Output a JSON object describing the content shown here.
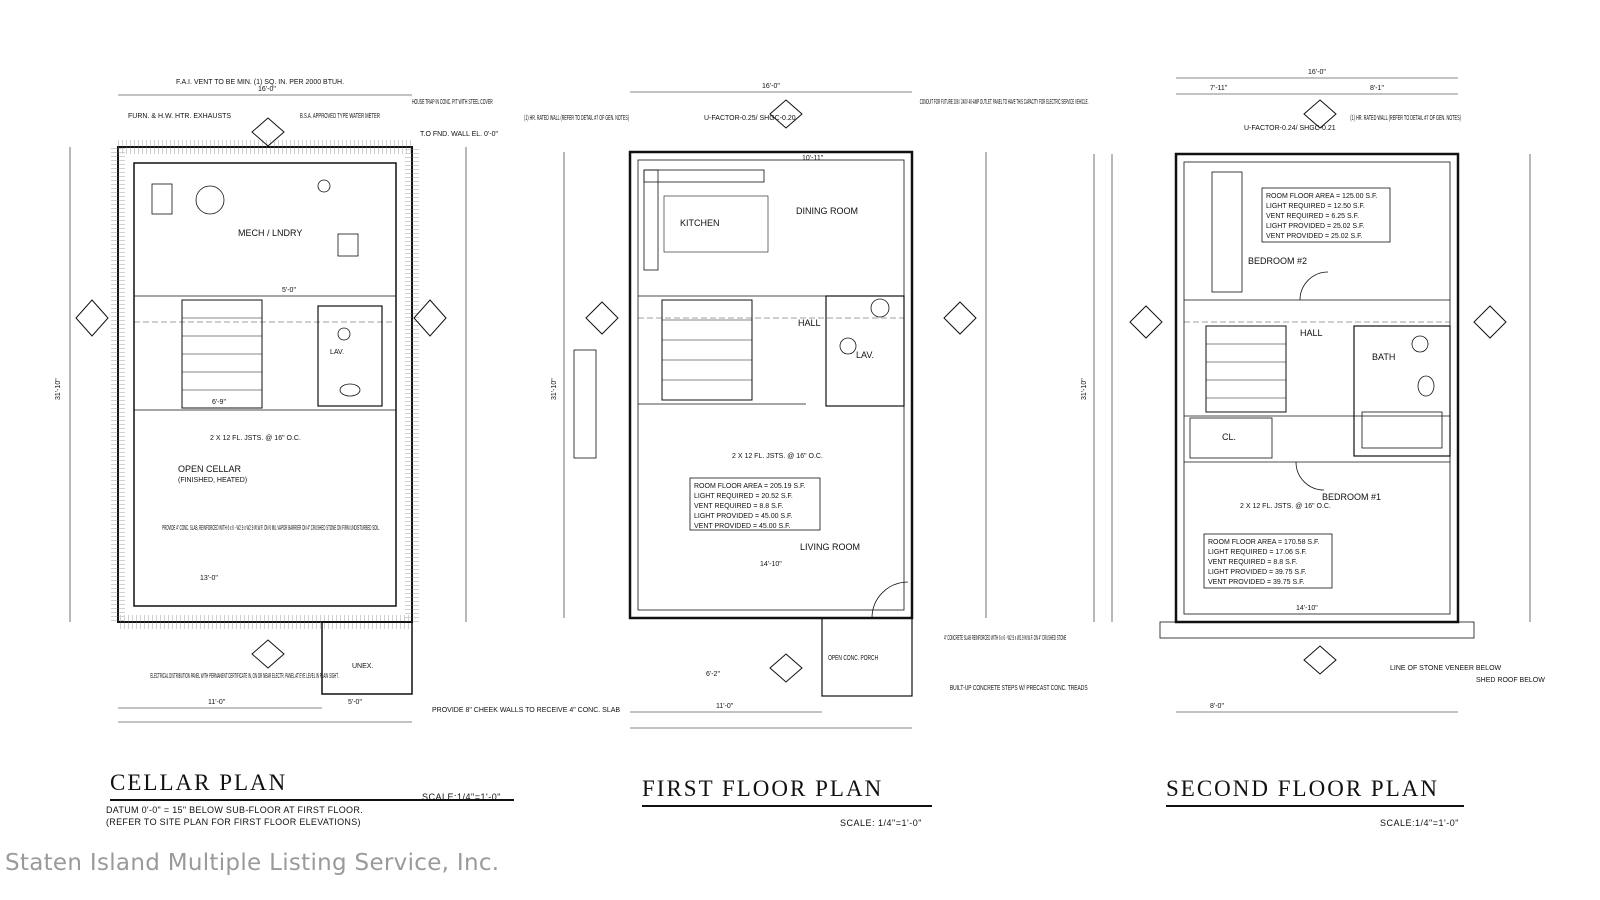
{
  "plans": [
    {
      "title": "CELLAR PLAN",
      "scale": "SCALE:1/4\"=1'-0\"",
      "datum_lines": [
        "DATUM 0'-0\" = 15\" BELOW SUB-FLOOR AT FIRST FLOOR.",
        "(REFER TO SITE PLAN FOR FIRST FLOOR ELEVATIONS)"
      ],
      "rooms": [
        "MECH / LNDRY",
        "OPEN CELLAR",
        "(FINISHED, HEATED)",
        "LAV.",
        "UNEX."
      ],
      "notes": [
        "F.A.I. VENT TO BE MIN. (1) SQ. IN. PER 2000 BTUH.",
        "B.S.A. APPROVED TYPE WATER METER",
        "HOUSE TRAP IN CONC. PIT WITH STEEL COVER",
        "FURN. & H.W. HTR. EXHAUSTS",
        "T.O FND. WALL EL. 0'-0\"",
        "2 X 12 FL. JSTS. @ 16\" O.C.",
        "PROVIDE 4\" CONC. SLAB, REINFORCED WITH 6 x 6 - W2.9 x W2.9 W.W.F. ON 6 MIL VAPOR BARRIER ON 4\" CRUSHED STONE ON FIRM UNDISTURBED SOIL.",
        "ELECTRICAL DISTRIBUTION PANEL WITH PERMANENT CERTIFICATE IN, ON OR NEAR ELECTR. PANEL AT EYE LEVEL IN PLAIN SIGHT.",
        "PROVIDE 8\" CHEEK WALLS TO RECEIVE 4\" CONC. SLAB"
      ],
      "dims": [
        "16'-0\"",
        "31'-10\"",
        "11'-0\"",
        "5'-0\"",
        "6'-9\"",
        "5'-0\"",
        "13'-0\""
      ]
    },
    {
      "title": "FIRST FLOOR PLAN",
      "scale": "SCALE: 1/4\"=1'-0\"",
      "rooms": [
        "KITCHEN",
        "DINING ROOM",
        "LIVING ROOM",
        "HALL",
        "LAV.",
        "OPEN CONC. PORCH"
      ],
      "notes": [
        "CONDUIT FOR FUTURE 208 / 240V 40-AMP OUTLET. PANEL TO HAVE THIS CAPACITY FOR ELECTRIC SERVICE VEHICLE.",
        "(1) HR. RATED WALL (REFER TO DETAIL #7 OF GEN. NOTES)",
        "U-FACTOR-0.25/ SHGC-0.20",
        "2 X 12 FL. JSTS. @ 16\" O.C.",
        "4\" CONCRETE SLAB REINFORCED WITH 6 x 6 - W2.9 x W2.9 W.W.F. ON 4\" CRUSHED STONE",
        "BUILT-UP CONCRETE STEPS W/ PRECAST CONC. TREADS"
      ],
      "schedule": [
        "ROOM FLOOR AREA = 205.19 S.F.",
        "LIGHT REQUIRED = 20.52 S.F.",
        "VENT REQUIRED = 8.8 S.F.",
        "LIGHT PROVIDED = 45.00 S.F.",
        "VENT PROVIDED = 45.00 S.F."
      ],
      "dims": [
        "16'-0\"",
        "31'-10\"",
        "10'-11\"",
        "11'-0\"",
        "14'-10\"",
        "6'-2\""
      ]
    },
    {
      "title": "SECOND FLOOR PLAN",
      "scale": "SCALE:1/4\"=1'-0\"",
      "rooms": [
        "BEDROOM #2",
        "BEDROOM #1",
        "HALL",
        "BATH",
        "CL."
      ],
      "notes": [
        "(1) HR. RATED WALL (REFER TO DETAIL #7 OF GEN. NOTES)",
        "U-FACTOR-0.24/ SHGC-0.21",
        "2 X 12 FL. JSTS. @ 16\" O.C.",
        "LINE OF STONE VENEER BELOW",
        "SHED ROOF BELOW"
      ],
      "schedule_br2": [
        "ROOM FLOOR AREA = 125.00 S.F.",
        "LIGHT REQUIRED = 12.50 S.F.",
        "VENT REQUIRED = 6.25 S.F.",
        "LIGHT PROVIDED = 25.02 S.F.",
        "VENT PROVIDED = 25.02 S.F."
      ],
      "schedule_br1": [
        "ROOM FLOOR AREA = 170.58 S.F.",
        "LIGHT REQUIRED = 17.06 S.F.",
        "VENT REQUIRED = 8.8 S.F.",
        "LIGHT PROVIDED = 39.75 S.F.",
        "VENT PROVIDED = 39.75 S.F."
      ],
      "dims": [
        "16'-0\"",
        "7'-11\"",
        "8'-1\"",
        "31'-10\"",
        "14'-10\"",
        "8'-0\""
      ]
    }
  ],
  "watermark": "Staten Island Multiple Listing Service, Inc."
}
